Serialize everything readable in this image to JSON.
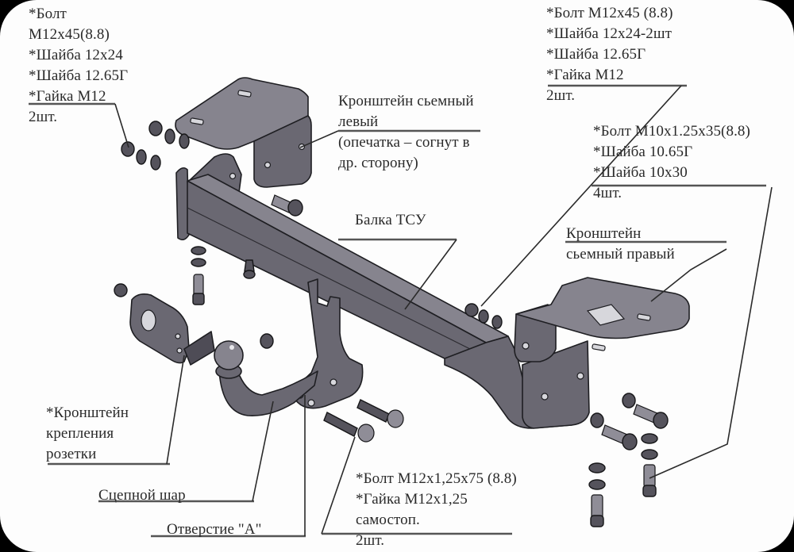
{
  "diagram": {
    "title": "Towbar exploded assembly",
    "colors": {
      "background": "#fdfdfd",
      "frame": "#000000",
      "part_fill": "#6a6872",
      "part_outline": "#1e1e22",
      "text": "#2a2a2a"
    },
    "labels": {
      "hardware_top_left": {
        "lines": [
          "*Болт",
          "М12х45(8.8)",
          "*Шайба 12х24",
          "*Шайба 12.65Г",
          "*Гайка М12",
          "2шт."
        ]
      },
      "bracket_left": {
        "lines": [
          "Кронштейн сьемный",
          "левый",
          "(опечатка – согнут в",
          "др. сторону)"
        ]
      },
      "hardware_top_right": {
        "lines": [
          "*Болт М12х45 (8.8)",
          "*Шайба 12х24-2шт",
          "*Шайба 12.65Г",
          "*Гайка М12",
          "2шт."
        ]
      },
      "hardware_right": {
        "lines": [
          "*Болт М10х1.25х35(8.8)",
          "*Шайба 10.65Г",
          "*Шайба 10х30",
          "4шт."
        ]
      },
      "beam": {
        "text": "Балка ТСУ"
      },
      "bracket_right": {
        "lines": [
          "Кронштейн",
          "сьемный правый"
        ]
      },
      "socket_bracket": {
        "lines": [
          "*Кронштейн",
          "крепления",
          "розетки"
        ]
      },
      "tow_ball": {
        "text": "Сцепной шар"
      },
      "hole_a": {
        "text": "Отверстие \"А\""
      },
      "hardware_bottom": {
        "lines": [
          "*Болт М12х1,25х75 (8.8)",
          "*Гайка М12х1,25",
          "самостоп.",
          "2шт."
        ]
      }
    },
    "parts": [
      {
        "name": "left-removable-bracket",
        "icon": "bracket-icon"
      },
      {
        "name": "towbar-beam",
        "icon": "beam-icon"
      },
      {
        "name": "right-removable-bracket",
        "icon": "bracket-icon"
      },
      {
        "name": "socket-mounting-bracket",
        "icon": "socket-bracket-icon"
      },
      {
        "name": "tow-ball",
        "icon": "tow-ball-icon"
      },
      {
        "name": "ball-mount-plate",
        "icon": "plate-icon"
      }
    ]
  }
}
